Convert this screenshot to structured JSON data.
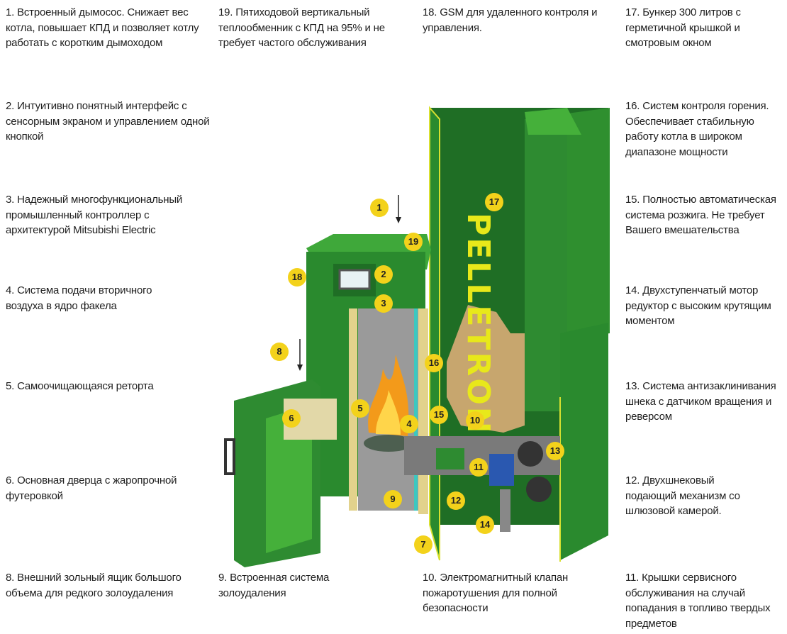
{
  "captions": [
    {
      "id": "1",
      "text": "1. Встроенный дымосос. Снижает вес котла, повышает КПД и позволяет котлу работать с коротким дымоходом"
    },
    {
      "id": "19",
      "text": "19. Пятиходовой вертикальный теплообменник с КПД на 95% и не требует частого обслуживания"
    },
    {
      "id": "18",
      "text": "18. GSM для удаленного контроля и управления."
    },
    {
      "id": "17",
      "text": "17. Бункер 300 литров с герметичной крышкой и смотровым окном"
    },
    {
      "id": "2",
      "text": "2. Интуитивно понятный интерфейс с сенсорным экраном и управлением одной кнопкой"
    },
    {
      "id": "16",
      "text": "16. Систем контроля горения. Обеспечивает стабильную работу котла в широком диапазоне мощности"
    },
    {
      "id": "3",
      "text": "3. Надежный многофункциональный промышленный контроллер с архитектурой Mitsubishi Electric"
    },
    {
      "id": "15",
      "text": "15. Полностью автоматическая система розжига. Не требует Вашего вмешательства"
    },
    {
      "id": "4",
      "text": "4. Система подачи вторичного воздуха в ядро факела"
    },
    {
      "id": "14",
      "text": "14. Двухступенчатый мотор редуктор с высоким крутящим моментом"
    },
    {
      "id": "5",
      "text": "5. Самоочищающаяся реторта"
    },
    {
      "id": "13",
      "text": "13. Система антизаклинивания шнека с датчиком вращения и реверсом"
    },
    {
      "id": "6",
      "text": "6. Основная дверца с жаропрочной футеровкой"
    },
    {
      "id": "12",
      "text": "12. Двухшнековый подающий механизм со шлюзовой камерой."
    },
    {
      "id": "8",
      "text": "8. Внешний зольный ящик большого объема для редкого золоудаления"
    },
    {
      "id": "9",
      "text": "9. Встроенная система золоудаления"
    },
    {
      "id": "10",
      "text": "10. Электромагнитный клапан пожаротушения для полной безопасности"
    },
    {
      "id": "11",
      "text": "11. Крышки сервисного обслуживания на случай попадания в топливо твердых предметов"
    }
  ],
  "markers": [
    "1",
    "19",
    "18",
    "2",
    "3",
    "8",
    "16",
    "5",
    "6",
    "15",
    "4",
    "10",
    "13",
    "11",
    "12",
    "9",
    "14",
    "7",
    "17"
  ],
  "brand": "PELLETRON",
  "colors": {
    "green": "#2f8f2f",
    "dark_green": "#1f6e25",
    "light_green": "#45b03a",
    "marker": "#f3d21b",
    "brand": "#e8e81a"
  }
}
